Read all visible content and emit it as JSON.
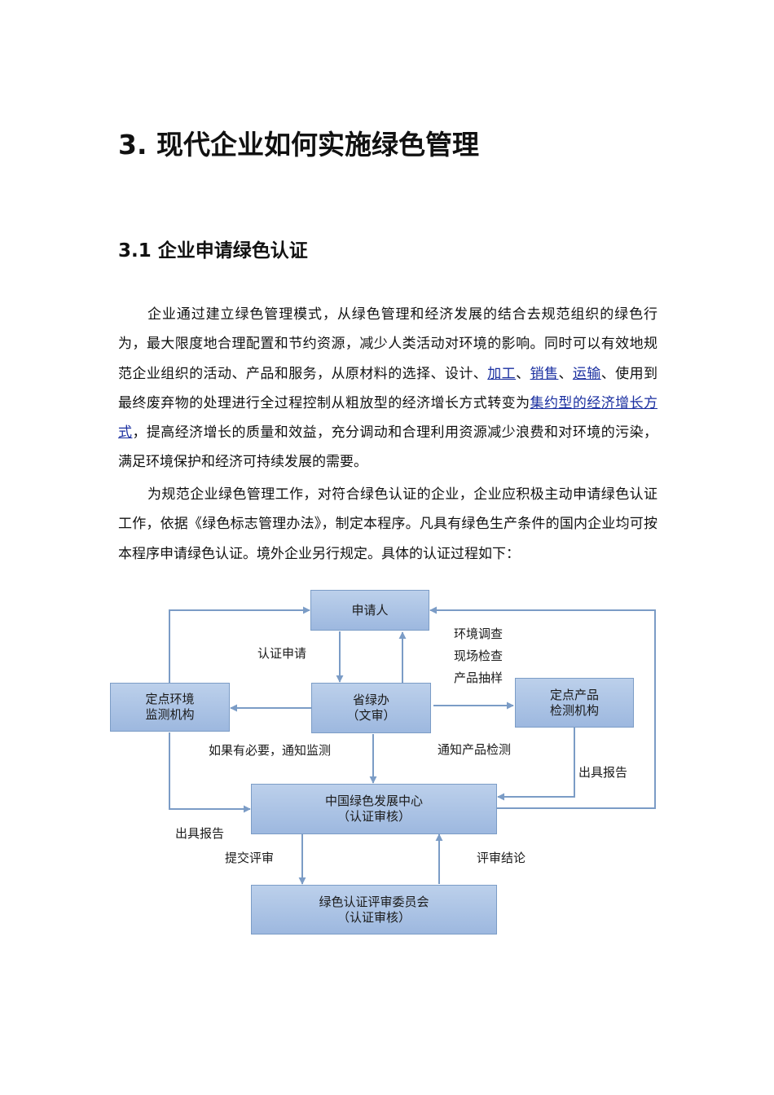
{
  "heading": "3. 现代企业如何实施绿色管理",
  "subheading": "3.1 企业申请绿色认证",
  "paragraph1": {
    "text_a": "企业通过建立绿色管理模式，从绿色管理和经济发展的结合去规范组织的绿色行为，最大限度地合理配置和节约资源，减少人类活动对环境的影响。同时可以有效地规范企业组织的活动、产品和服务，从原材料的选择、设计、",
    "link_processing": "加工",
    "sep1": "、",
    "link_sales": "销售",
    "sep2": "、",
    "link_transport": "运输",
    "text_b": "、使用到最终废弃物的处理进行全过程控制从粗放型的经济增长方式转变为",
    "link_intensive": "集约型的经济增长方式",
    "text_c": "，提高经济增长的质量和效益，充分调动和合理利用资源减少浪费和对环境的污染，满足环境保护和经济可持续发展的需要。"
  },
  "paragraph2": "为规范企业绿色管理工作，对符合绿色认证的企业，企业应积极主动申请绿色认证工作，依据《绿色标志管理办法》，制定本程序。凡具有绿色生产条件的国内企业均可按本程序申请绿色认证。境外企业另行规定。具体的认证过程如下：",
  "flowchart": {
    "applicant": "申请人",
    "provincial_office": {
      "line1": "省绿办",
      "line2": "（文审）"
    },
    "env_monitoring": {
      "line1": "定点环境",
      "line2": "监测机构"
    },
    "product_testing": {
      "line1": "定点产品",
      "line2": "检测机构"
    },
    "center": {
      "line1": "中国绿色发展中心",
      "line2": "（认证审核）"
    },
    "committee": {
      "line1": "绿色认证评审委员会",
      "line2": "（认证审核）"
    },
    "label_apply": "认证申请",
    "label_checks": [
      "环境调查",
      "现场检查",
      "产品抽样"
    ],
    "label_notify_monitor": "如果有必要，通知监测",
    "label_notify_test": "通知产品检测",
    "label_report_right": "出具报告",
    "label_report_left": "出具报告",
    "label_submit": "提交评审",
    "label_conclusion": "评审结论",
    "line_color": "#7b9cc6"
  }
}
